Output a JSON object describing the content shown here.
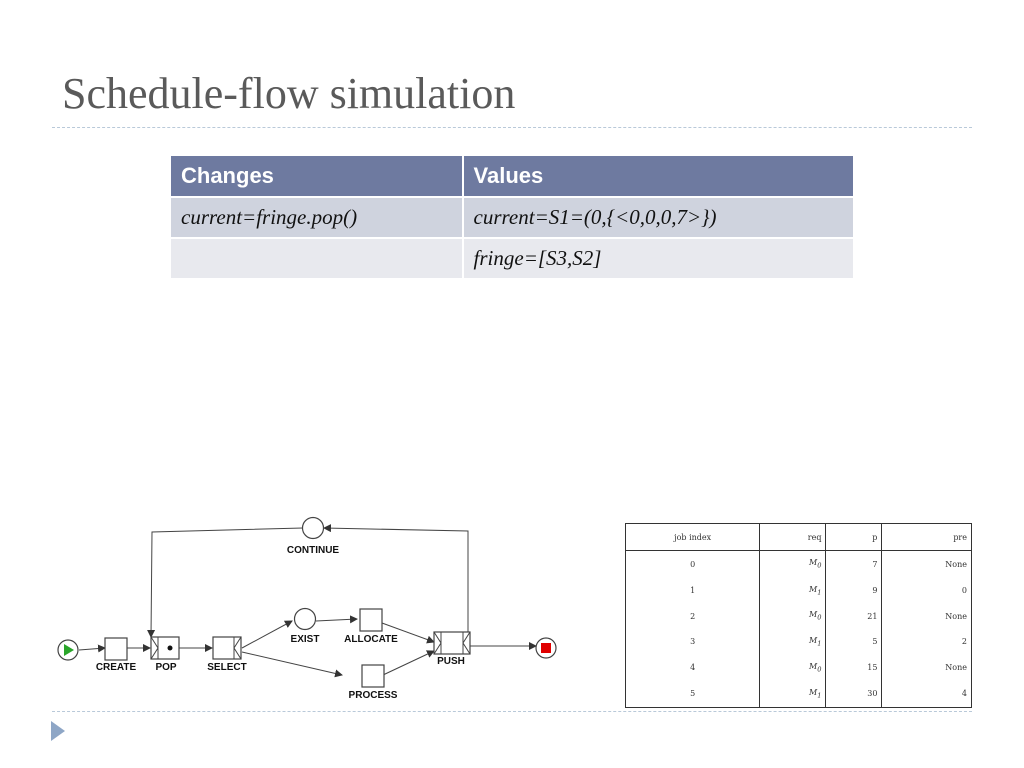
{
  "slide": {
    "title": "Schedule-flow simulation"
  },
  "changes_table": {
    "headers": [
      "Changes",
      "Values"
    ],
    "rows": [
      [
        "current=fringe.pop()",
        "current=S1=(0,{<0,0,0,7>})"
      ],
      [
        "",
        "fringe=[S3,S2]"
      ]
    ]
  },
  "flow_diagram": {
    "start_icon": "play-icon",
    "end_icon": "stop-icon",
    "labels": {
      "continue": "CONTINUE",
      "create": "CREATE",
      "pop": "POP",
      "select": "SELECT",
      "exist": "EXIST",
      "allocate": "ALLOCATE",
      "push": "PUSH",
      "process": "PROCESS"
    },
    "colors": {
      "start": "#2aa52a",
      "end": "#e00000"
    }
  },
  "job_table": {
    "headers": [
      "job index",
      "req",
      "p",
      "pre"
    ],
    "rows": [
      [
        "0",
        "M",
        "0",
        "7",
        "None"
      ],
      [
        "1",
        "M",
        "1",
        "9",
        "0"
      ],
      [
        "2",
        "M",
        "0",
        "21",
        "None"
      ],
      [
        "3",
        "M",
        "1",
        "5",
        "2"
      ],
      [
        "4",
        "M",
        "0",
        "15",
        "None"
      ],
      [
        "5",
        "M",
        "1",
        "30",
        "4"
      ]
    ]
  }
}
